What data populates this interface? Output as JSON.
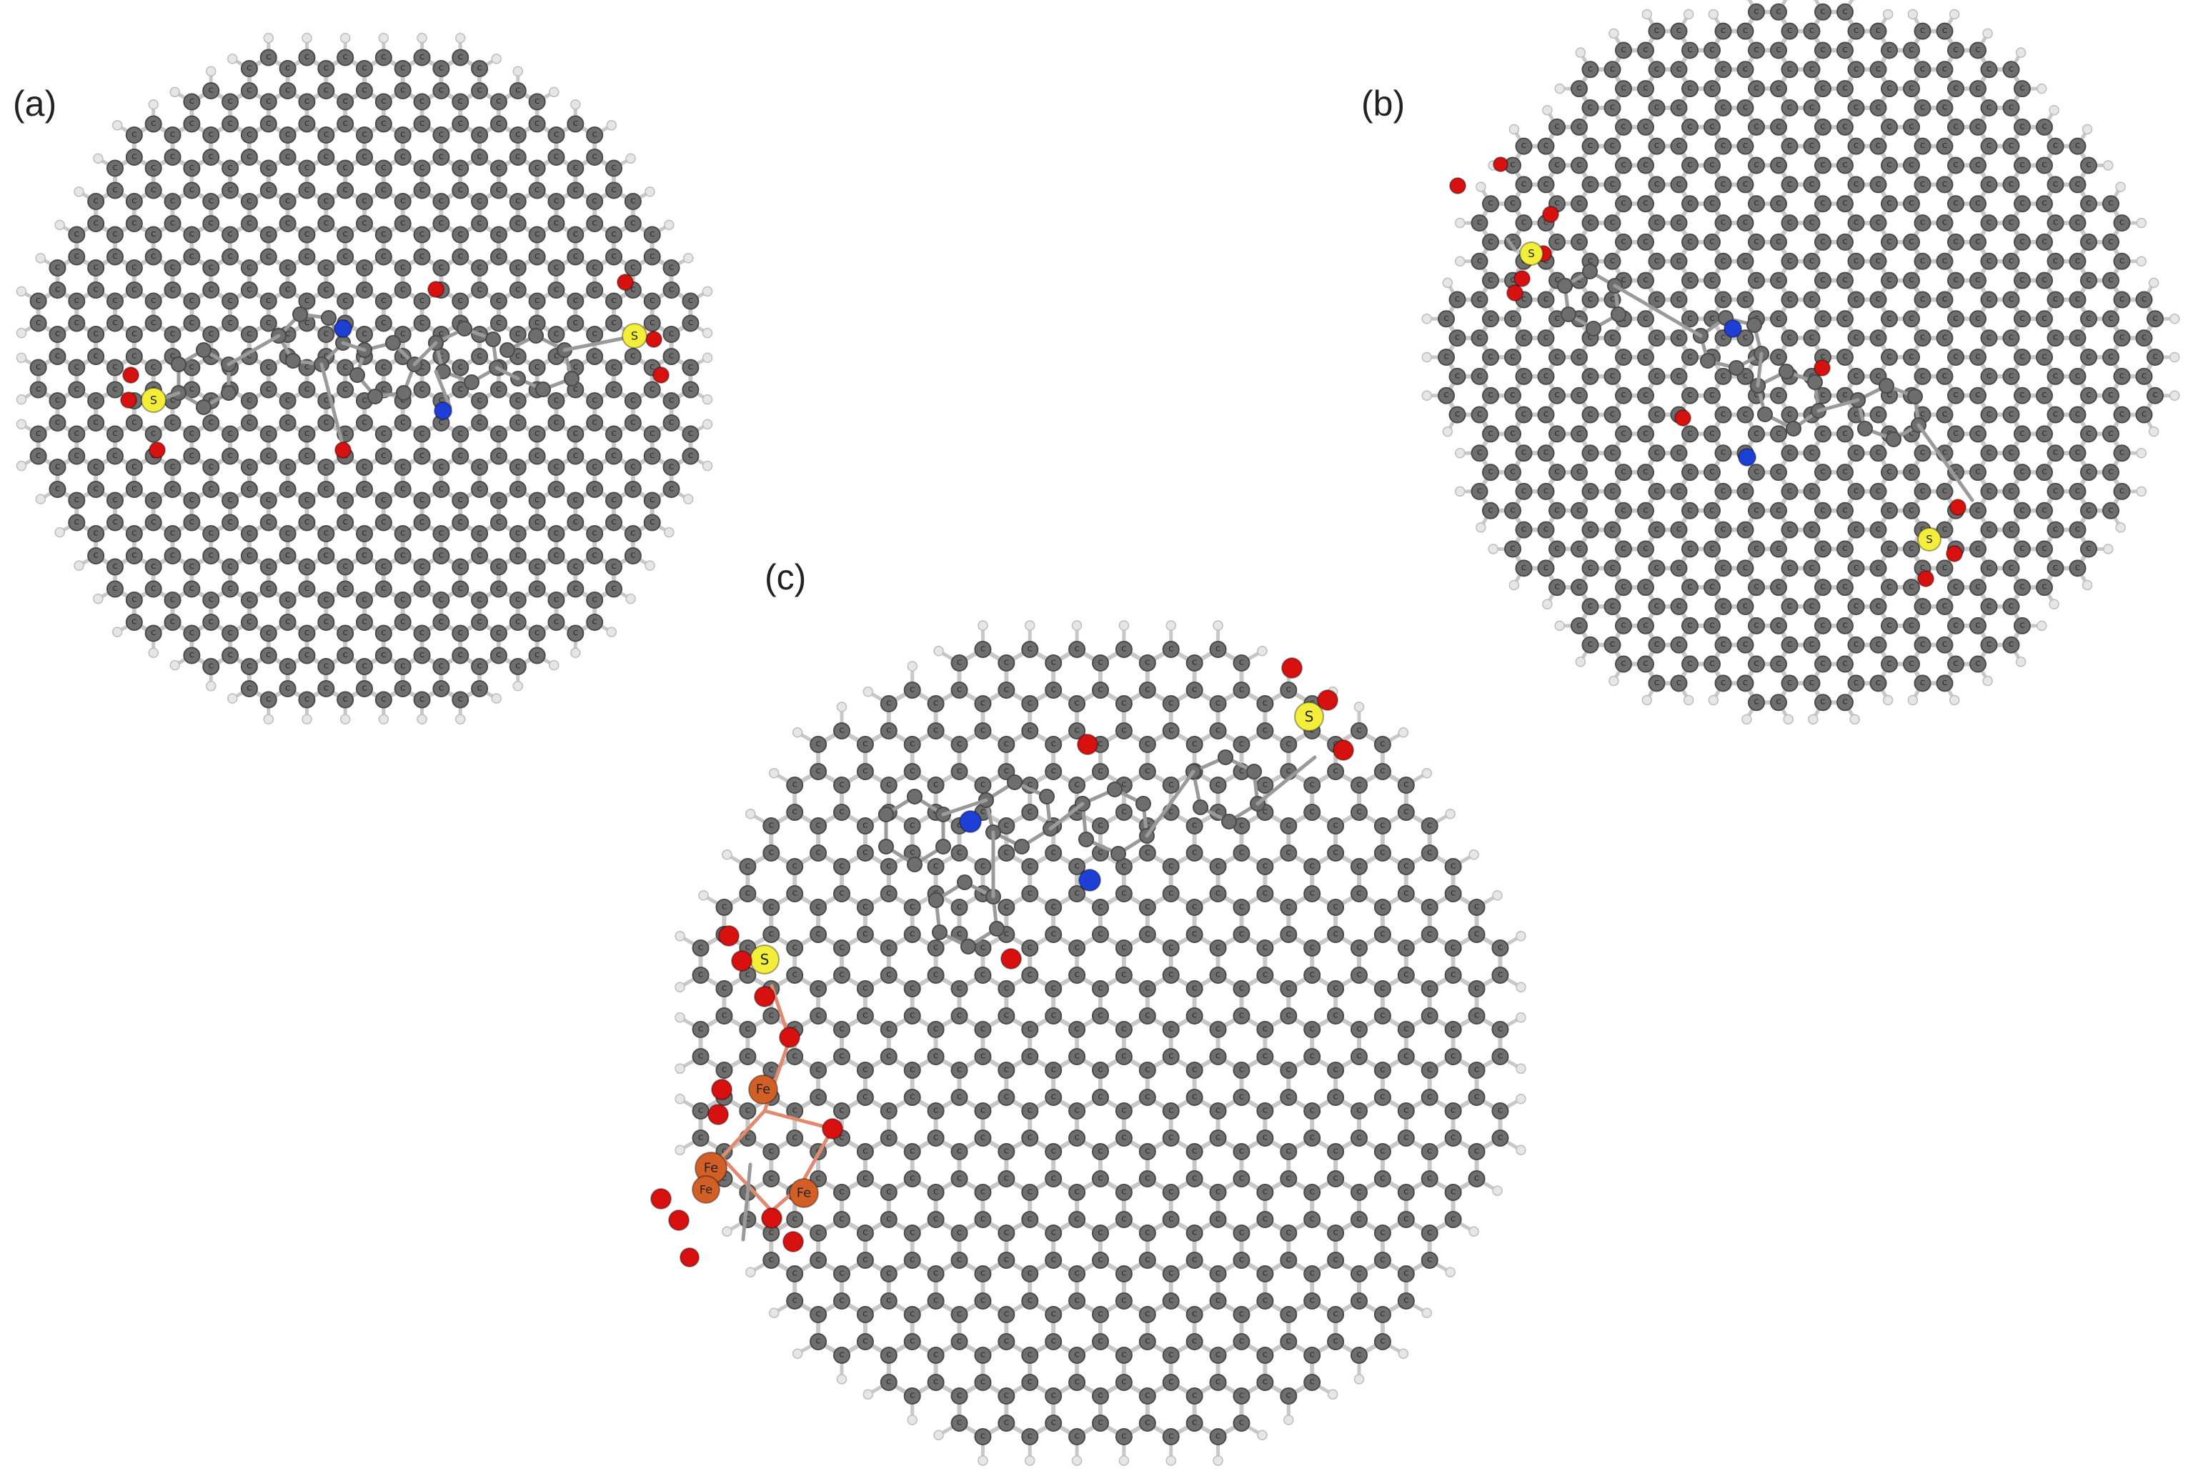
{
  "panels": [
    {
      "id": "a",
      "label": "(a)"
    },
    {
      "id": "b",
      "label": "(b)"
    },
    {
      "id": "c",
      "label": "(c)"
    }
  ],
  "atom_labels": {
    "carbon": "C",
    "sulfur": "S",
    "iron": "Fe"
  },
  "colors": {
    "carbon": "#6e6e6e",
    "carbon_edge": "#4a4a4a",
    "hydrogen": "#e6e6e6",
    "hydrogen_edge": "#bdbdbd",
    "bond": "#c8c8c8",
    "bond_overlay": "#9a9a9a",
    "oxygen": "#d71010",
    "nitrogen": "#1e3fd6",
    "sulfur": "#f2ee3a",
    "iron": "#d35f27",
    "fe_bond": "#e08a72"
  }
}
